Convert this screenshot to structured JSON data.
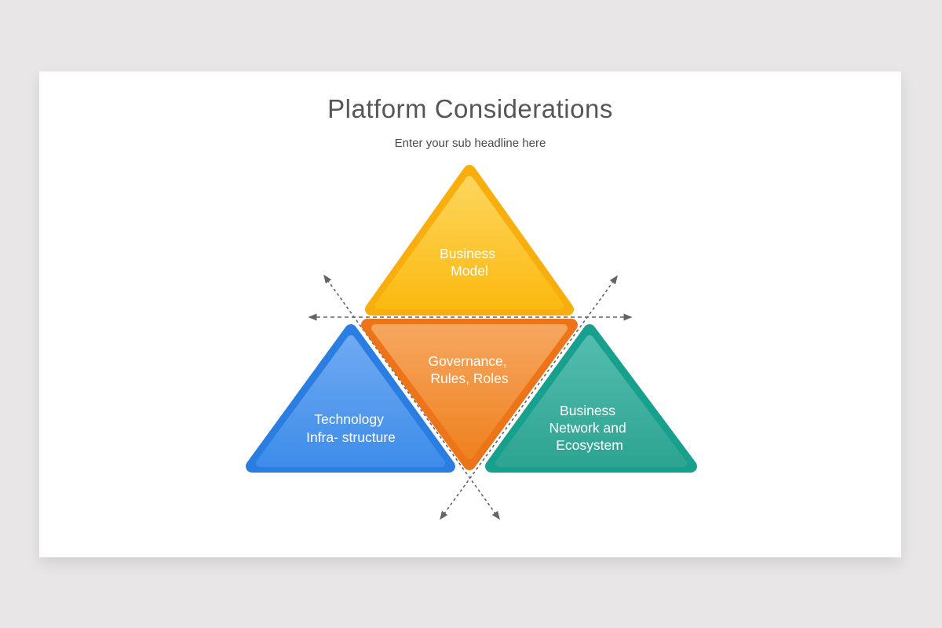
{
  "header": {
    "title": "Platform Considerations",
    "subtitle": "Enter your sub headline here"
  },
  "diagram": {
    "triangles": [
      {
        "name": "business-model",
        "lines": [
          "Business",
          "Model"
        ],
        "border_color": "#F8AF0D",
        "fill_top": "#FDD55C",
        "fill_bottom": "#FBBA12"
      },
      {
        "name": "technology-infrastructure",
        "lines": [
          "Technology",
          "Infra- structure"
        ],
        "border_color": "#2B7EE1",
        "fill_top": "#6FA9F1",
        "fill_bottom": "#3E8DEA"
      },
      {
        "name": "governance-rules-roles",
        "lines": [
          "Governance,",
          "Rules, Roles"
        ],
        "border_color": "#EE741A",
        "fill_top": "#F6A65F",
        "fill_bottom": "#EF8221"
      },
      {
        "name": "business-network-ecosystem",
        "lines": [
          "Business",
          "Network and",
          "Ecosystem"
        ],
        "border_color": "#18A08E",
        "fill_top": "#53BCAF",
        "fill_bottom": "#2EA492"
      }
    ],
    "arrows": {
      "color": "#646464"
    }
  }
}
